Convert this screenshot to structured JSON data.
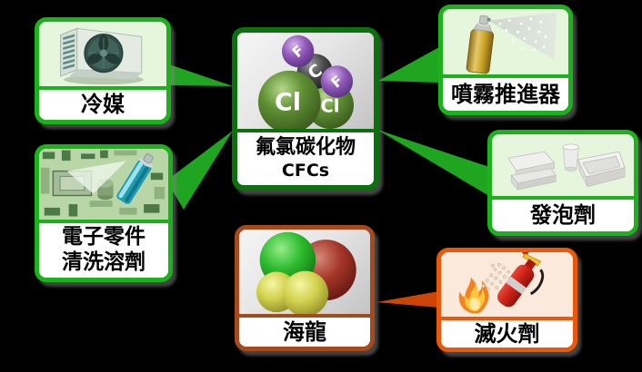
{
  "colors": {
    "background": "#000000",
    "green_border": "#1CB21C",
    "green_dark": "#0C700C",
    "green_connector": "#1FA51F",
    "light_green_bg": "#E6F6DC",
    "gray_bg_light": "#F5F5F5",
    "gray_bg_dark": "#C4C4C4",
    "halon_border": "#A64A1E",
    "ext_border": "#EA590B",
    "orange_connector": "#CC4505",
    "peach_bg": "#FBE9DB",
    "label_bg": "#FFFFFF",
    "text_color": "#000000"
  },
  "center_node": {
    "name": "氟氯碳化物",
    "abbr": "CFCs",
    "atoms": {
      "f": "F",
      "c": "C",
      "cl": "Cl"
    }
  },
  "halon_node": {
    "label": "海龍"
  },
  "nodes": {
    "refrigerant": {
      "label": "冷媒"
    },
    "propellant": {
      "label": "噴霧推進器"
    },
    "foaming": {
      "label": "發泡劑"
    },
    "cleaning": {
      "line1": "電子零件",
      "line2": "清洗溶劑"
    },
    "extinguishing": {
      "label": "滅火劑"
    }
  }
}
